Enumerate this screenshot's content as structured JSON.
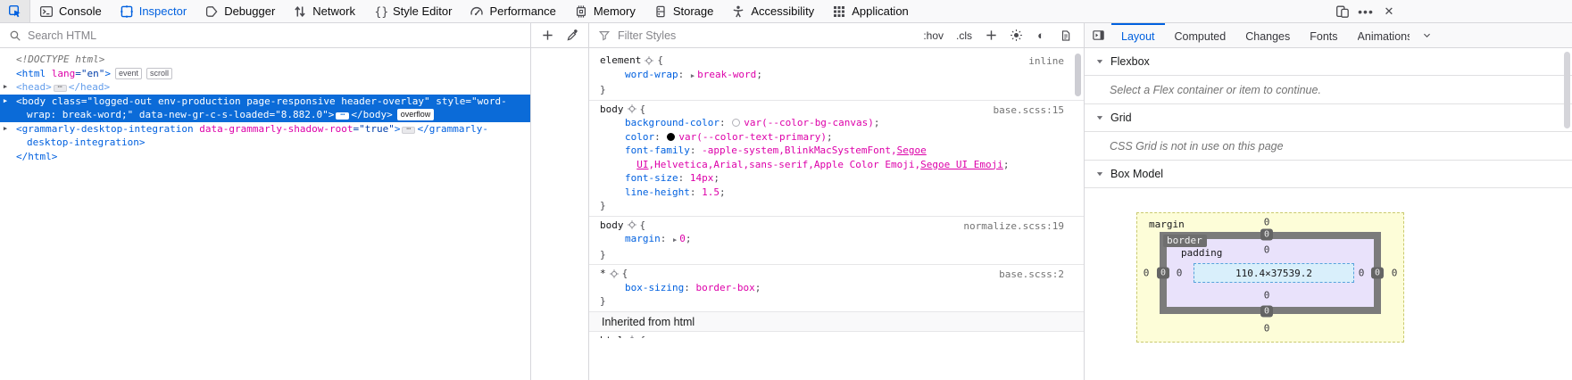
{
  "accent": "#0060df",
  "selection_color": "#0b6bd8",
  "toolbar": {
    "tabs": [
      {
        "id": "console",
        "label": "Console"
      },
      {
        "id": "inspector",
        "label": "Inspector",
        "active": true
      },
      {
        "id": "debugger",
        "label": "Debugger"
      },
      {
        "id": "network",
        "label": "Network"
      },
      {
        "id": "style-editor",
        "label": "Style Editor"
      },
      {
        "id": "performance",
        "label": "Performance"
      },
      {
        "id": "memory",
        "label": "Memory"
      },
      {
        "id": "storage",
        "label": "Storage"
      },
      {
        "id": "accessibility",
        "label": "Accessibility"
      },
      {
        "id": "application",
        "label": "Application"
      }
    ],
    "more_glyph": "•••",
    "close_glyph": "✕"
  },
  "markup": {
    "search_placeholder": "Search HTML",
    "lines": [
      {
        "toks": [
          {
            "t": "<!DOCTYPE html>",
            "c": "doc"
          }
        ]
      },
      {
        "toks": [
          {
            "t": "<html",
            "c": "tag"
          },
          {
            "t": " lang",
            "c": "attr"
          },
          {
            "t": "=\"en\"",
            "c": "val"
          },
          {
            "t": ">",
            "c": "tag"
          }
        ],
        "badges": [
          "event",
          "scroll"
        ]
      },
      {
        "exp": true,
        "dim": true,
        "toks": [
          {
            "t": "<head>",
            "c": "tag"
          },
          {
            "chip": true
          },
          {
            "t": "</head>",
            "c": "tag"
          }
        ]
      },
      {
        "exp": true,
        "sel": true,
        "toks": [
          {
            "t": "<body",
            "c": "tag"
          },
          {
            "t": " class",
            "c": "attr"
          },
          {
            "t": "=\"logged-out env-production page-responsive header-overlay\"",
            "c": "val"
          },
          {
            "t": " style",
            "c": "attr"
          },
          {
            "t": "=\"word-",
            "c": "val"
          }
        ]
      },
      {
        "sel": true,
        "cont": true,
        "toks": [
          {
            "t": "wrap: break-word;\"",
            "c": "val"
          },
          {
            "t": " data-new-gr-c-s-loaded",
            "c": "attr"
          },
          {
            "t": "=\"8.882.0\"",
            "c": "val"
          },
          {
            "t": ">",
            "c": "tag"
          },
          {
            "chip": true
          },
          {
            "t": "</body>",
            "c": "tag"
          }
        ],
        "badges": [
          "overflow"
        ]
      },
      {
        "exp": true,
        "toks": [
          {
            "t": "<grammarly-desktop-integration",
            "c": "tag"
          },
          {
            "t": " data-grammarly-shadow-root",
            "c": "attr"
          },
          {
            "t": "=\"true\"",
            "c": "val"
          },
          {
            "t": ">",
            "c": "tag"
          },
          {
            "chip": true
          },
          {
            "t": "</grammarly-",
            "c": "tag"
          }
        ]
      },
      {
        "cont": true,
        "toks": [
          {
            "t": "desktop-integration>",
            "c": "tag"
          }
        ]
      },
      {
        "toks": [
          {
            "t": "</html>",
            "c": "tag"
          }
        ]
      }
    ]
  },
  "rules": {
    "filter_placeholder": "Filter Styles",
    "pseudo_button": ":hov",
    "class_button": ".cls",
    "blocks": [
      {
        "selector": "element",
        "source": "inline",
        "props": [
          {
            "arrow": true,
            "name": "word-wrap",
            "value": [
              {
                "t": "break-word"
              }
            ]
          }
        ]
      },
      {
        "selector": "body",
        "source": "base.scss:15",
        "props": [
          {
            "swatch": "ring",
            "name": "background-color",
            "value": [
              {
                "t": "var(--color-bg-canvas)"
              }
            ]
          },
          {
            "swatch": "dot",
            "name": "color",
            "value": [
              {
                "t": "var(--color-text-primary)"
              }
            ]
          },
          {
            "name": "font-family",
            "value": [
              {
                "t": "-apple-system,BlinkMacSystemFont,"
              },
              {
                "t": "Segoe",
                "u": true
              },
              {
                "br": true
              },
              {
                "t": "  "
              },
              {
                "t": "UI",
                "u": true
              },
              {
                "t": ",Helvetica,Arial,sans-serif,Apple Color Emoji,"
              },
              {
                "t": "Segoe UI Emoji",
                "u": true
              }
            ]
          },
          {
            "name": "font-size",
            "value": [
              {
                "t": "14px"
              }
            ]
          },
          {
            "name": "line-height",
            "value": [
              {
                "t": "1.5"
              }
            ]
          }
        ]
      },
      {
        "selector": "body",
        "source": "normalize.scss:19",
        "props": [
          {
            "arrow": true,
            "name": "margin",
            "value": [
              {
                "t": "0"
              }
            ]
          }
        ]
      },
      {
        "selector": "*",
        "source": "base.scss:2",
        "props": [
          {
            "name": "box-sizing",
            "value": [
              {
                "t": "border-box"
              }
            ]
          }
        ]
      }
    ],
    "inherited_header": "Inherited from html",
    "partial_selector": "html"
  },
  "side_panel": {
    "tabs": [
      {
        "label": "Layout",
        "active": true
      },
      {
        "label": "Computed"
      },
      {
        "label": "Changes"
      },
      {
        "label": "Fonts"
      },
      {
        "label": "Animations",
        "clipped": true
      }
    ],
    "flexbox": {
      "title": "Flexbox",
      "hint": "Select a Flex container or item to continue."
    },
    "grid": {
      "title": "Grid",
      "hint": "CSS Grid is not in use on this page"
    },
    "box_model": {
      "title": "Box Model",
      "labels": {
        "margin": "margin",
        "border": "border",
        "padding": "padding"
      },
      "content": "110.4×37539.2",
      "values": {
        "margin": {
          "top": "0",
          "right": "0",
          "bottom": "0",
          "left": "0"
        },
        "border": {
          "top": "0",
          "right": "0",
          "bottom": "0",
          "left": "0"
        },
        "padding": {
          "top": "0",
          "right": "0",
          "bottom": "0",
          "left": "0"
        }
      }
    }
  }
}
